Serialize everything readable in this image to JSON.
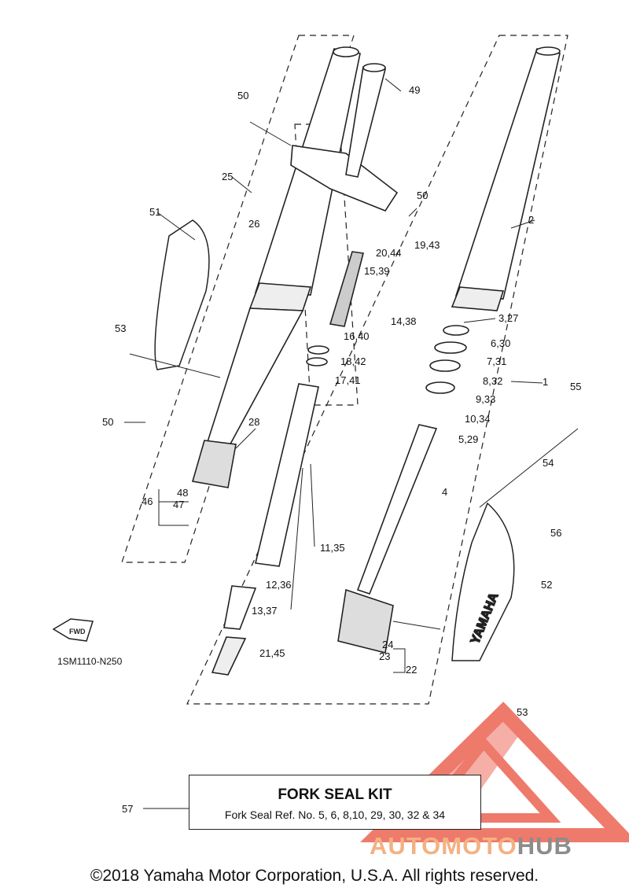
{
  "diagram": {
    "part_number": "1SM1110-N250",
    "fwd_label": "FWD",
    "brand_text": "YAMAHA",
    "callouts": {
      "c1": "1",
      "c2": "2",
      "c3_27": "3,27",
      "c4": "4",
      "c5_29": "5,29",
      "c6_30": "6,30",
      "c7_31": "7,31",
      "c8_32": "8,32",
      "c9_33": "9,33",
      "c10_34": "10,34",
      "c11_35": "11,35",
      "c12_36": "12,36",
      "c13_37": "13,37",
      "c14_38": "14,38",
      "c15_39": "15,39",
      "c16_40": "16,40",
      "c17_41": "17,41",
      "c18_42": "18,42",
      "c19_43": "19,43",
      "c20_44": "20,44",
      "c21_45": "21,45",
      "c22": "22",
      "c23": "23",
      "c24": "24",
      "c25": "25",
      "c26": "26",
      "c28": "28",
      "c46": "46",
      "c47": "47",
      "c48": "48",
      "c49": "49",
      "c50_top": "50",
      "c50_mid": "50",
      "c50_left": "50",
      "c51": "51",
      "c52": "52",
      "c53_left": "53",
      "c53_bottom": "53",
      "c54": "54",
      "c55": "55",
      "c56": "56",
      "c57": "57"
    }
  },
  "kit": {
    "title": "FORK SEAL KIT",
    "description": "Fork Seal Ref. No. 5, 6, 8,10, 29, 30, 32 & 34"
  },
  "watermark": {
    "part1": "AUTOMOTO",
    "part2": "HUB"
  },
  "copyright": "©2018 Yamaha Motor Corporation, U.S.A. All rights reserved.",
  "colors": {
    "watermark_red": "#e8432f",
    "watermark_orange": "#f4b183",
    "watermark_gray": "#8c8c8c"
  }
}
